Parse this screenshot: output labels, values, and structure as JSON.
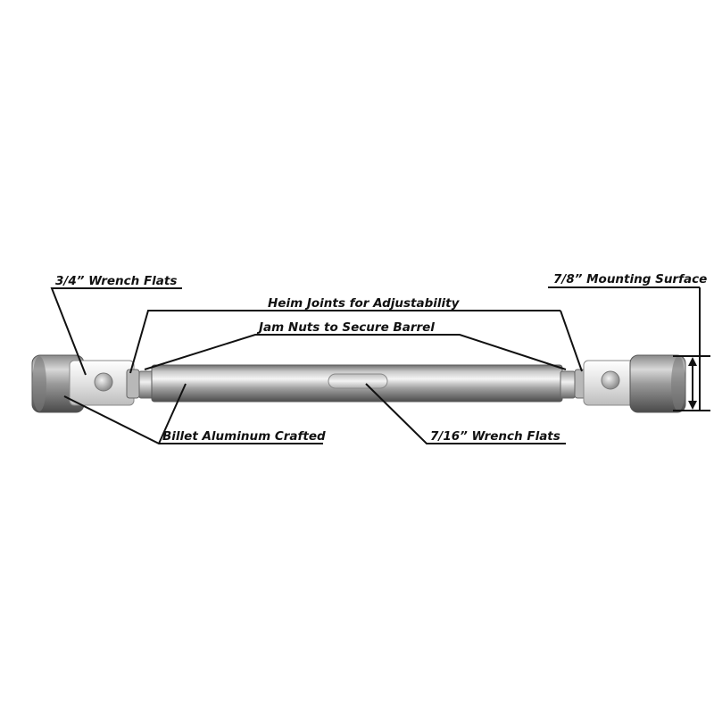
{
  "callouts": {
    "wrench_flats_3_4": "3/4” Wrench Flats",
    "heim_joints": "Heim Joints for Adjustability",
    "jam_nuts": "Jam Nuts to Secure Barrel",
    "billet_aluminum": "Billet Aluminum Crafted",
    "wrench_flats_7_16": "7/16” Wrench Flats",
    "mounting_surface": "7/8” Mounting Surface"
  },
  "colors": {
    "background": "#ffffff",
    "leader_line": "#111111",
    "label_text": "#111111",
    "metal_light": "#f2f2f2",
    "metal_mid": "#a9a9a9",
    "metal_dark": "#5c5c5c"
  },
  "part": {
    "name": "adjustable-link-rod",
    "icon": "tie-rod-with-heim-joints"
  }
}
